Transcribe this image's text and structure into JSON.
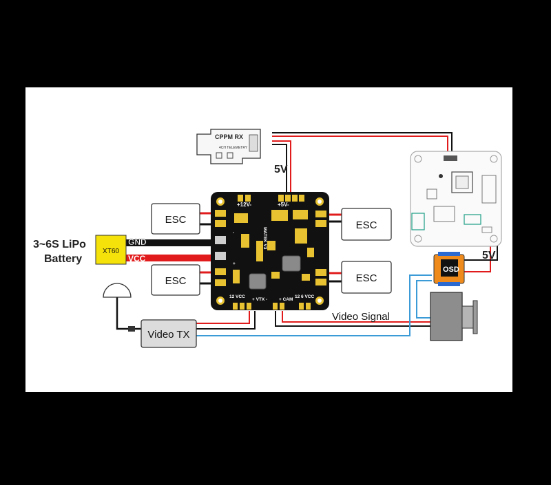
{
  "battery": {
    "label_line1": "3~6S LiPo",
    "label_line2": "Battery",
    "connector": "XT60",
    "gnd": "GND",
    "vcc": "VCC"
  },
  "esc_labels": [
    "ESC",
    "ESC",
    "ESC",
    "ESC"
  ],
  "receiver": {
    "title": "CPPM RX",
    "subtitle": "4CH TELEMETRY"
  },
  "board": {
    "rail_12v": "+12V-",
    "rail_5v": "+5V-",
    "silk_name": "MATEK V3",
    "pad_12vcc": "12 VCC",
    "pad_vtx": "+ VTX -",
    "pad_cam": "+ CAM",
    "pad_12_6": "12 6 VCC",
    "minus_left": "-",
    "plus_left": "+"
  },
  "labels": {
    "rx_5v": "5V",
    "osd_5v": "5V",
    "video_signal": "Video Signal"
  },
  "osd": {
    "label": "OSD"
  },
  "video_tx": {
    "label": "Video TX"
  },
  "colors": {
    "red_wire": "#e11b1b",
    "blue_wire": "#3b9bd6",
    "black_wire": "#111111",
    "xt60": "#f5e20a",
    "pcb": "#111111",
    "pad_gold": "#e8c230"
  }
}
